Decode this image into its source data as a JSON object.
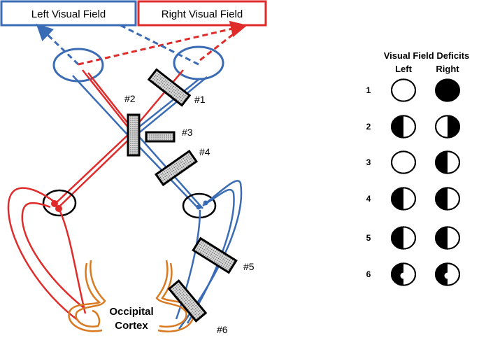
{
  "fields": {
    "left_label": "Left Visual Field",
    "right_label": "Right Visual Field",
    "left_color": "#3a6bb5",
    "right_color": "#e02b2b"
  },
  "cortex": {
    "label_line1": "Occipital",
    "label_line2": "Cortex",
    "color": "#d97a22"
  },
  "lesions": [
    "#1",
    "#2",
    "#3",
    "#4",
    "#5",
    "#6"
  ],
  "deficits": {
    "title": "Visual Field Deficits",
    "col_left": "Left",
    "col_right": "Right",
    "rows": [
      {
        "num": "1",
        "left": "full-seeing",
        "right": "full-blind"
      },
      {
        "num": "2",
        "left": "left-half-blind",
        "right": "right-half-blind"
      },
      {
        "num": "3",
        "left": "full-seeing",
        "right": "left-half-blind"
      },
      {
        "num": "4",
        "left": "left-half-blind",
        "right": "left-half-blind"
      },
      {
        "num": "5",
        "left": "left-half-blind",
        "right": "left-half-blind"
      },
      {
        "num": "6",
        "left": "left-half-blind-macular-sparing",
        "right": "left-half-blind-macular-sparing"
      }
    ]
  }
}
